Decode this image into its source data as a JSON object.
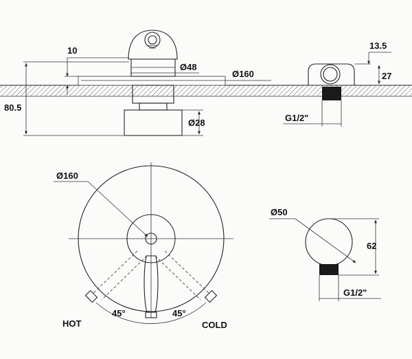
{
  "labels": {
    "dim_10": "10",
    "dim_48": "Ø48",
    "dim_160_top": "Ø160",
    "dim_80_5": "80.5",
    "dim_28": "Ø28",
    "dim_13_5": "13.5",
    "dim_27": "27",
    "thread_top": "G1/2\"",
    "dim_160_bottom": "Ø160",
    "angle_left": "45°",
    "angle_right": "45°",
    "hot": "HOT",
    "cold": "COLD",
    "dim_50": "Ø50",
    "dim_62": "62",
    "thread_bottom": "G1/2\""
  }
}
